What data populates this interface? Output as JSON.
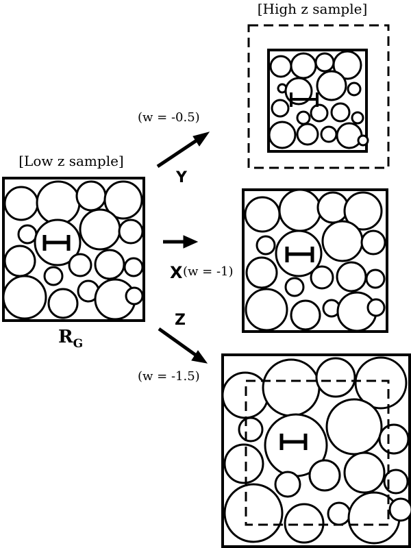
{
  "labels": {
    "low_z": "[Low z sample]",
    "high_z": "[High z sample]",
    "rg_main": "R",
    "rg_sub": "G",
    "arrow_y": "Y",
    "arrow_x": "X",
    "arrow_z": "Z",
    "w_y": "(w = -0.5)",
    "w_x": "(w = -1)",
    "w_z": "(w = -1.5)"
  },
  "colors": {
    "stroke": "#000000",
    "fill": "#ffffff"
  }
}
